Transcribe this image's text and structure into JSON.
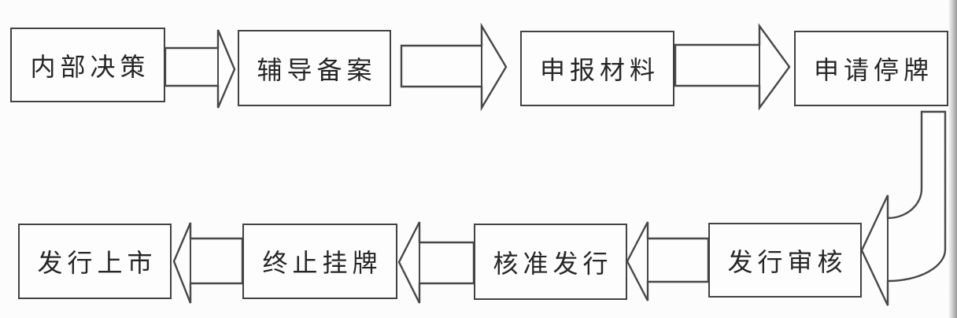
{
  "diagram": {
    "type": "flowchart",
    "description": "listing process flow",
    "colors": {
      "background": "#fcfcfc",
      "box_border": "#424242",
      "arrow_stroke": "#474747",
      "text": "#262626"
    },
    "nodes": [
      {
        "id": "internal-decision",
        "label": "内部决策"
      },
      {
        "id": "counseling-filing",
        "label": "辅导备案"
      },
      {
        "id": "application-materials",
        "label": "申报材料"
      },
      {
        "id": "apply-trading-halt",
        "label": "申请停牌"
      },
      {
        "id": "issuance-review",
        "label": "发行审核"
      },
      {
        "id": "approved-issuance",
        "label": "核准发行"
      },
      {
        "id": "terminate-listing",
        "label": "终止挂牌"
      },
      {
        "id": "issue-and-list",
        "label": "发行上市"
      }
    ],
    "edges": [
      {
        "from": "内部决策",
        "to": "辅导备案",
        "direction": "right"
      },
      {
        "from": "辅导备案",
        "to": "申报材料",
        "direction": "right"
      },
      {
        "from": "申报材料",
        "to": "申请停牌",
        "direction": "right"
      },
      {
        "from": "申请停牌",
        "to": "发行审核",
        "direction": "curved-down-left"
      },
      {
        "from": "发行审核",
        "to": "核准发行",
        "direction": "left"
      },
      {
        "from": "核准发行",
        "to": "终止挂牌",
        "direction": "left"
      },
      {
        "from": "终止挂牌",
        "to": "发行上市",
        "direction": "left"
      }
    ]
  }
}
